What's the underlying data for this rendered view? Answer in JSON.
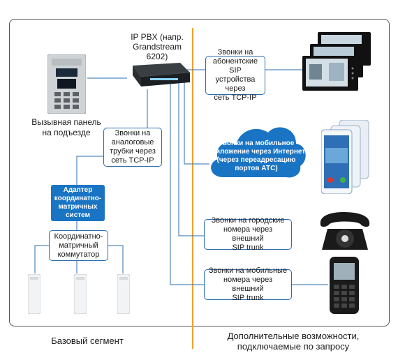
{
  "pbx_label": [
    "IP PBX (напр.",
    "Grandstream",
    "6202)"
  ],
  "door_panel_label": [
    "Вызывная панель",
    "на подъезде"
  ],
  "analog_box": [
    "Звонки на",
    "аналоговые",
    "трубки через",
    "сеть TCP-IP"
  ],
  "adapter_box": [
    "Адаптер",
    "координатно-",
    "матричных",
    "систем"
  ],
  "switch_box": [
    "Координатно-",
    "матричный",
    "коммутатор"
  ],
  "sip_box": [
    "Звонки на",
    "абонентские SIP",
    "устройства через",
    "сеть TCP-IP"
  ],
  "mobile_app_cloud": [
    "Звонки на мобильное",
    "приложение через Интернет",
    "(через переадресацию",
    "портов АТС)"
  ],
  "city_box": [
    "Звонки на городские",
    "номера через внешний",
    "SIP trunk"
  ],
  "mobile_box": [
    "Звонки на мобильные",
    "номера через внешний",
    "SIP trunk"
  ],
  "basic_segment": "Базовый сегмент",
  "extra_features": [
    "Дополнительные возможности,",
    "подключаемые по запросу"
  ],
  "colors": {
    "accent": "#1a74c4",
    "line": "#2a6db0",
    "divider": "#f0a030"
  }
}
